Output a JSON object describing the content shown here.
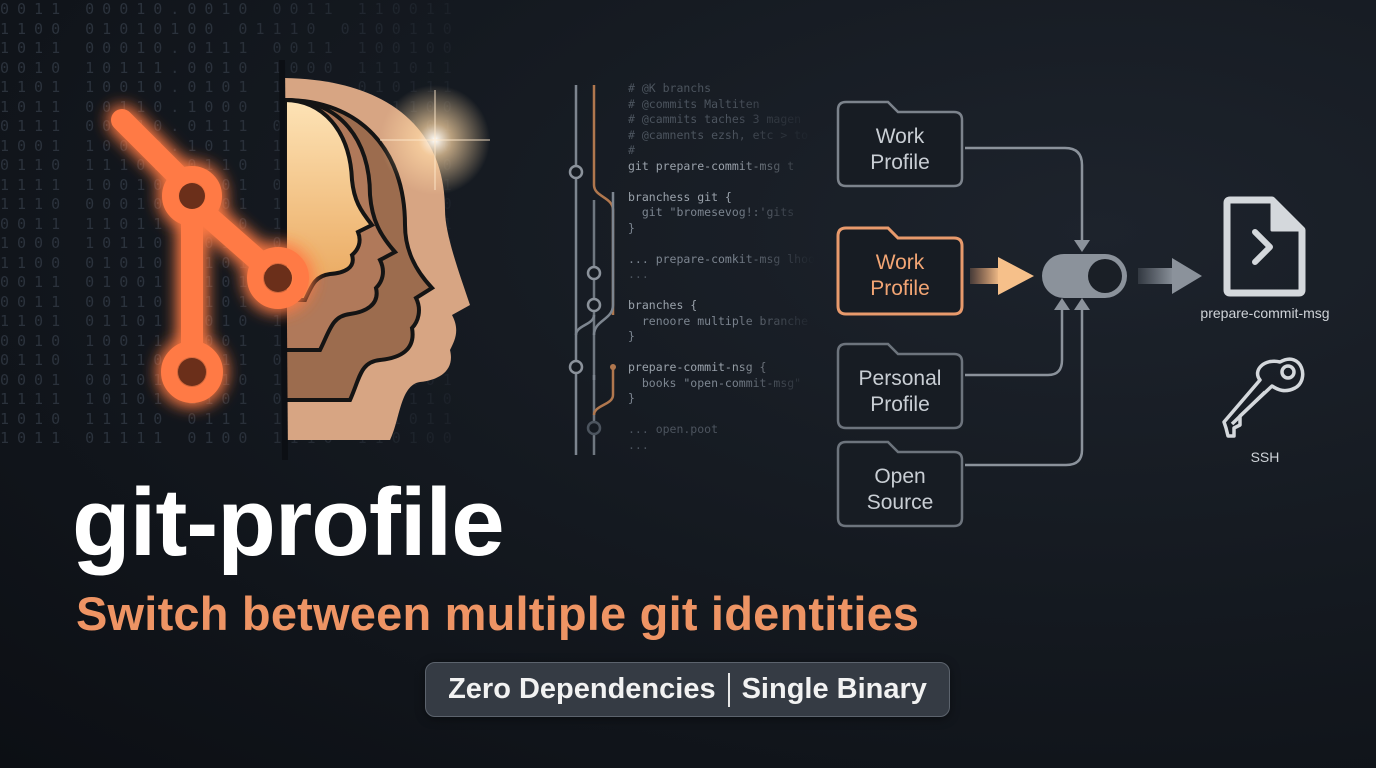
{
  "binary_background": {
    "rows": [
      "0011 00010.0010 0011 110011",
      "1100 01010100 01110 0100110",
      "1011 00010.0111 0011 100100",
      "0010 10111.0010 1000 111011",
      "1101 10010.0101 1010 010111",
      "1011 00110.1000 1101 101100",
      "0111 00110.0111 0110 100101",
      "1001 10010.1011 1011 011010",
      "0110 11101 0110 1101 011000",
      "1111 10010.0101 0111 110101",
      "1110 00010.1001 1010 001100",
      "0011 11011 0010 1011 110001",
      "1000 10110 1011 0111 001110",
      "1100 01010 1101 0110 011010",
      "0011 01001 0101 1001 101011",
      "0011 00110 1101 0110 011000",
      "1101 01101 0010 1111 110101",
      "0010 10011 1001 1100 100011",
      "0110 11110 1011 0011 011010",
      "0001 00101 0110 1101 001101",
      "1111 10101 1101 0110 110110",
      "1010 11110 0111 1011 001011",
      "1011 01111 0100 1110 110100"
    ]
  },
  "code_panel": {
    "lines": [
      {
        "text": "# @K branchs",
        "style": "dim"
      },
      {
        "text": "# @commits Maltiten",
        "style": "dim"
      },
      {
        "text": "# @cammits taches 3 magen",
        "style": "dim"
      },
      {
        "text": "# @camnents ezsh, etc > to",
        "style": "dim"
      },
      {
        "text": "#",
        "style": "dim"
      },
      {
        "text": "git prepare-commit-msg t",
        "style": "bright"
      },
      {
        "text": "",
        "style": "dim"
      },
      {
        "text": "branchess git {",
        "style": "bright"
      },
      {
        "text": "  git \"bromesevog!:'gits",
        "style": "normal"
      },
      {
        "text": "}",
        "style": "normal"
      },
      {
        "text": "",
        "style": "dim"
      },
      {
        "text": "... prepare-comkit-msg lhoo",
        "style": "normal"
      },
      {
        "text": "...",
        "style": "dim"
      },
      {
        "text": "",
        "style": "dim"
      },
      {
        "text": "branches {",
        "style": "bright"
      },
      {
        "text": "  renoore multiple branche",
        "style": "normal"
      },
      {
        "text": "}",
        "style": "normal"
      },
      {
        "text": "",
        "style": "dim"
      },
      {
        "text": "prepare-commit-nsg {",
        "style": "bright"
      },
      {
        "text": "  books \"open-commit-msg\"",
        "style": "normal"
      },
      {
        "text": "}",
        "style": "normal"
      },
      {
        "text": "",
        "style": "dim"
      },
      {
        "text": "... open.poot",
        "style": "dim"
      },
      {
        "text": "...",
        "style": "dim"
      }
    ]
  },
  "profiles": [
    {
      "line1": "Work",
      "line2": "Profile",
      "active": false
    },
    {
      "line1": "Work",
      "line2": "Profile",
      "active": true
    },
    {
      "line1": "Personal",
      "line2": "Profile",
      "active": false
    },
    {
      "line1": "Open",
      "line2": "Source",
      "active": false
    }
  ],
  "outputs": {
    "hook_label": "prepare-commit-msg",
    "ssh_label": "SSH"
  },
  "hero": {
    "title": "git-profile",
    "subtitle": "Switch between multiple git identities"
  },
  "badge": {
    "left": "Zero Dependencies",
    "right": "Single Binary"
  },
  "colors": {
    "accent_orange": "#ee9464",
    "icon_orange": "#ff7a45",
    "line_gray": "#8b929b",
    "background": "#151a21"
  }
}
